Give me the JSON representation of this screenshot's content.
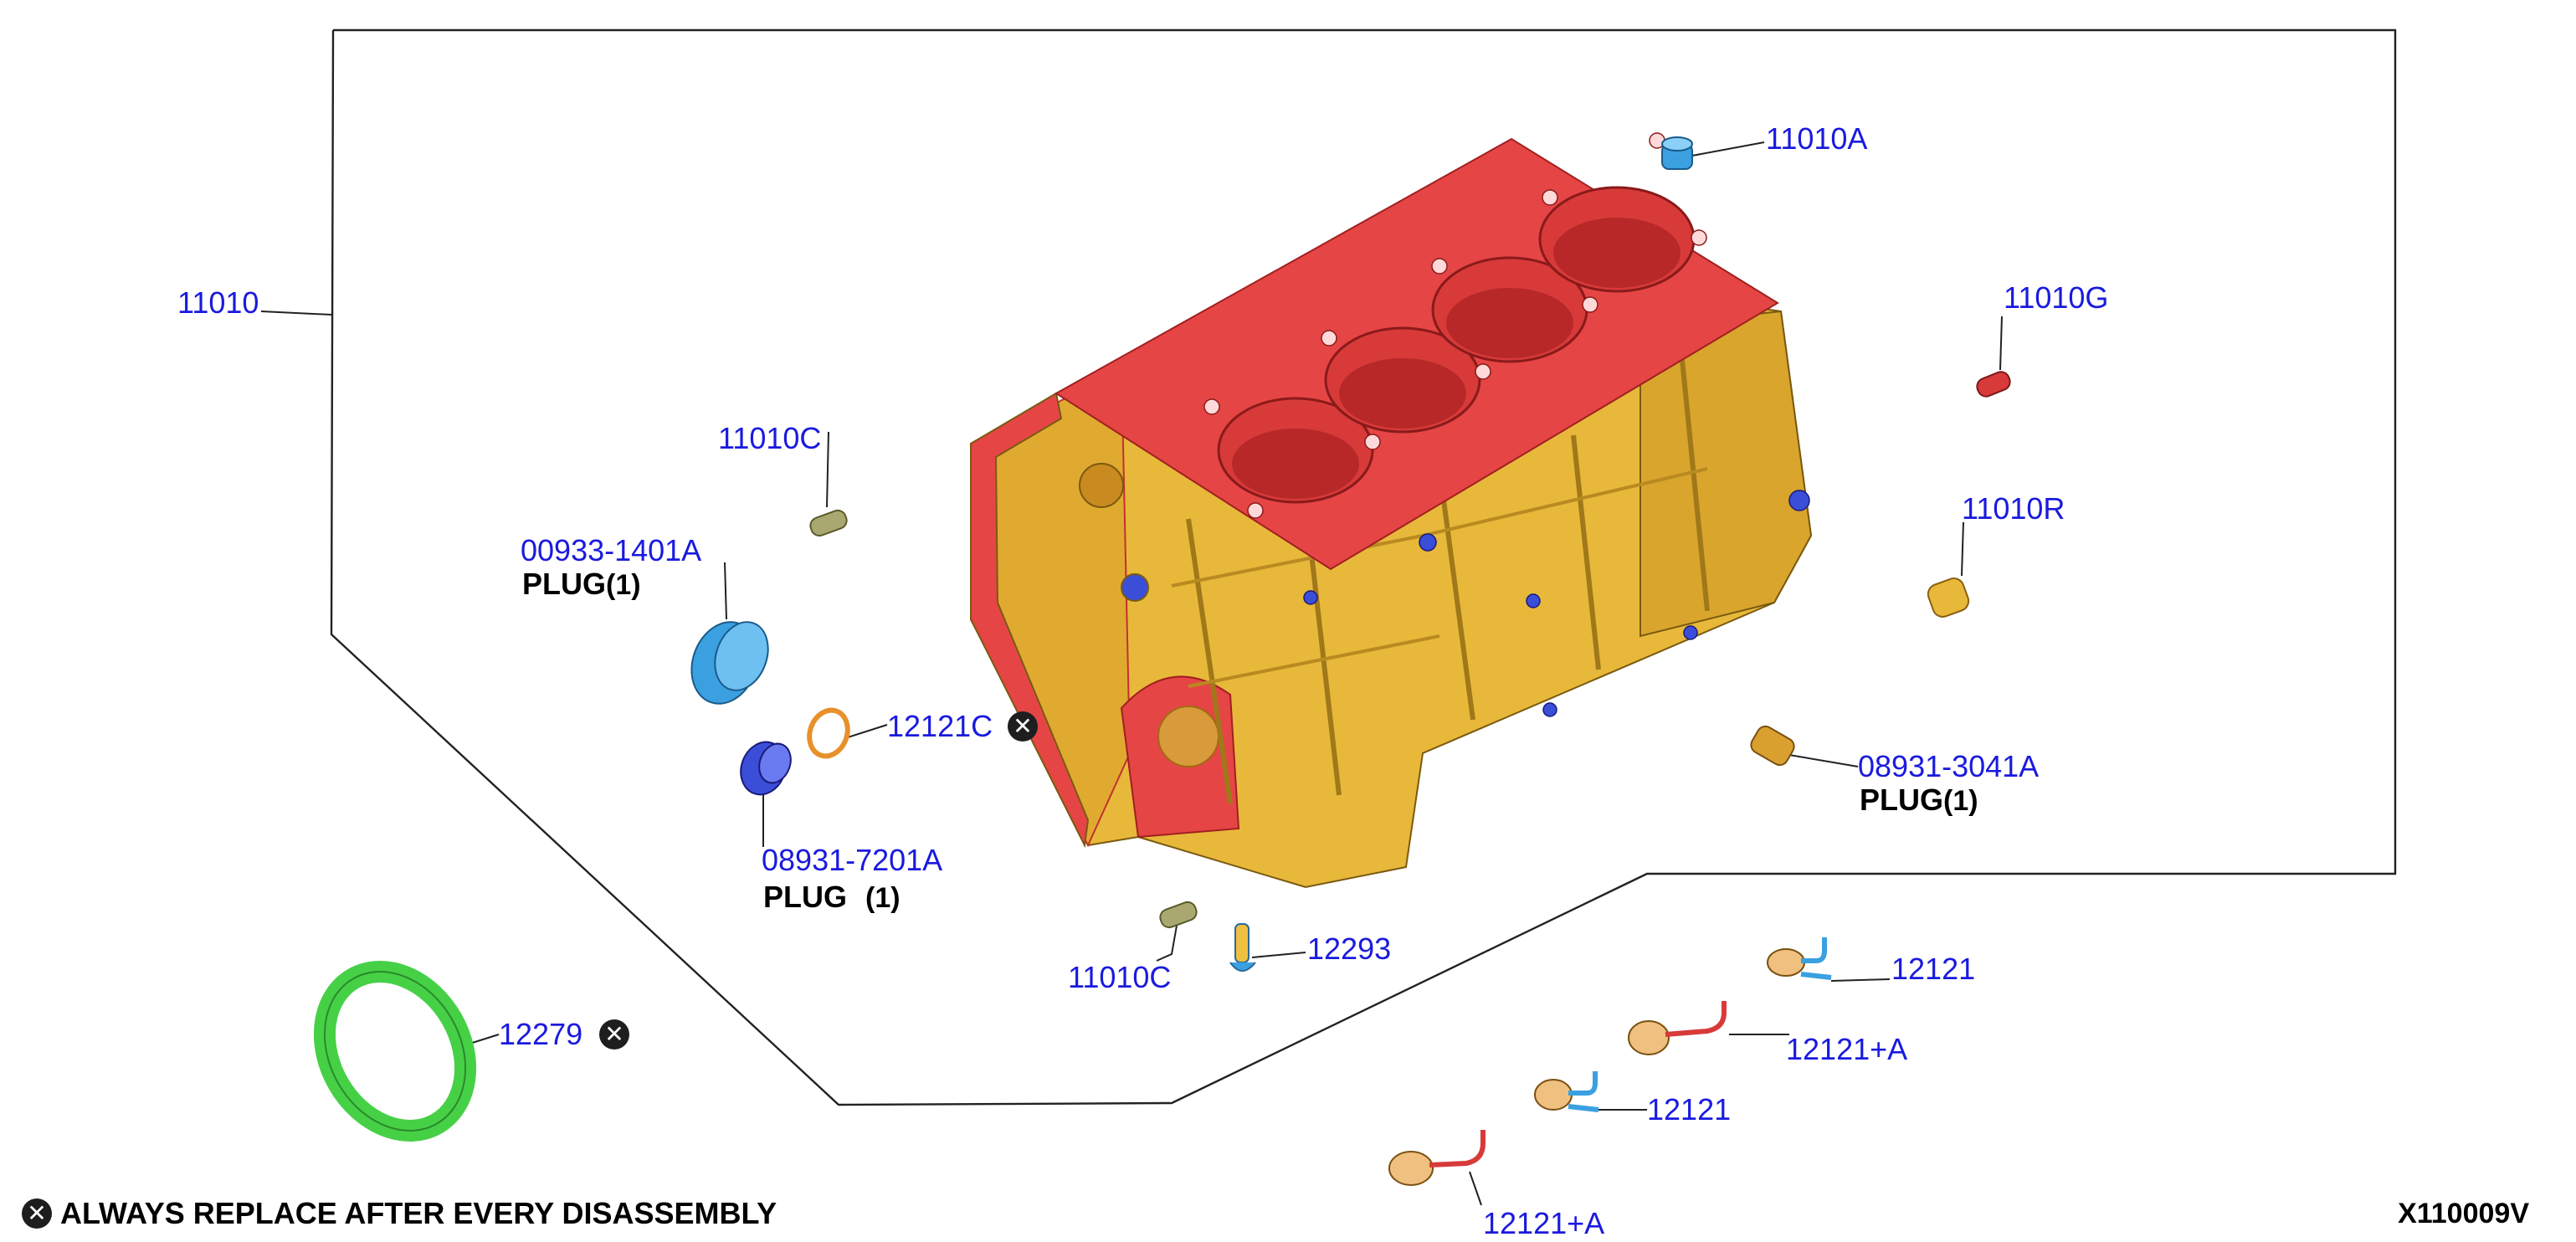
{
  "diagram": {
    "callouts": {
      "c11010": "11010",
      "c11010A": "11010A",
      "c11010G": "11010G",
      "c11010C_top": "11010C",
      "c11010R": "11010R",
      "c00933": "00933-1401A",
      "c12121C": "12121C",
      "c08931_3041": "08931-3041A",
      "c08931_7201": "08931-7201A",
      "c11010C_bottom": "11010C",
      "c12293": "12293",
      "c12279": "12279",
      "c12121_a": "12121",
      "c12121A_a": "12121+A",
      "c12121_b": "12121",
      "c12121A_b": "12121+A"
    },
    "plug_label": "PLUG",
    "plug_qty": "(1)",
    "replace_mark": "✕",
    "replace_note": "ALWAYS REPLACE AFTER EVERY DISASSEMBLY",
    "figure_code": "X110009V"
  },
  "colors": {
    "block_body": "#e8b83a",
    "deck": "#e64545",
    "bores": "#d83a3a",
    "callout_text": "#1a1adf",
    "seal": "#46d046",
    "plug_blue": "#3aa0e0",
    "dark_blue": "#3a4ed8",
    "ring_orange": "#e8902a"
  }
}
